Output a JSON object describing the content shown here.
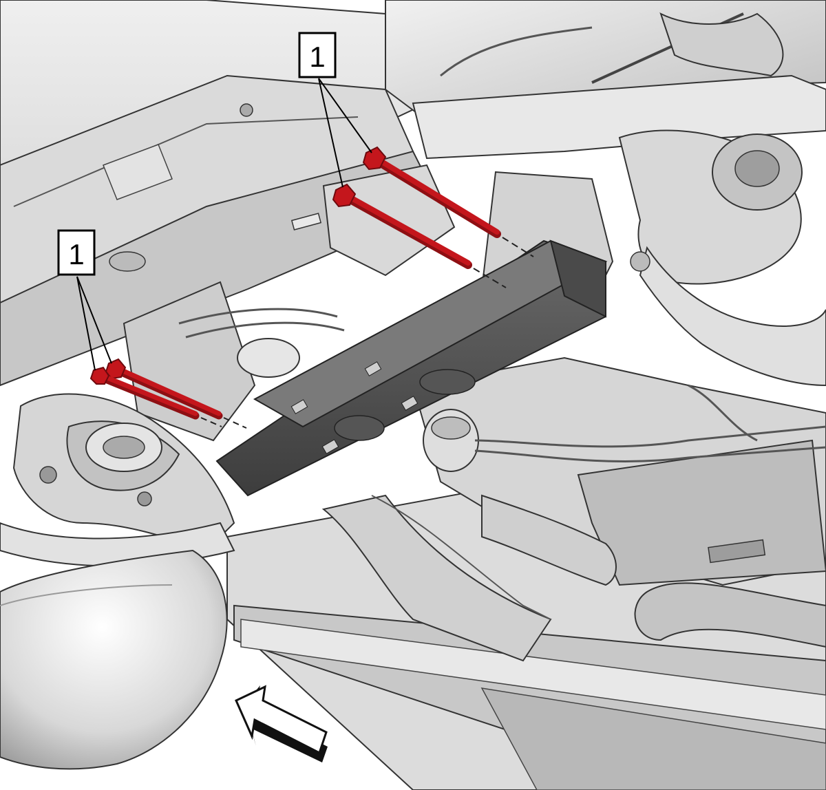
{
  "diagram": {
    "callouts": [
      {
        "label": "1",
        "part": "bolt",
        "group": "upper"
      },
      {
        "label": "1",
        "part": "bolt",
        "group": "lower"
      }
    ],
    "colors": {
      "bolt": "#c4161c",
      "bolt_dark": "#8e0f13",
      "crossmember": "#555555",
      "crossmember_edge": "#2e2e2e",
      "chassis_light": "#e6e6e6",
      "chassis_mid": "#c9c9c9",
      "chassis_dark": "#9a9a9a",
      "outline": "#1a1a1a"
    },
    "icons": {
      "direction": "front-direction-arrow-icon",
      "wheel": "tire-shape"
    }
  }
}
